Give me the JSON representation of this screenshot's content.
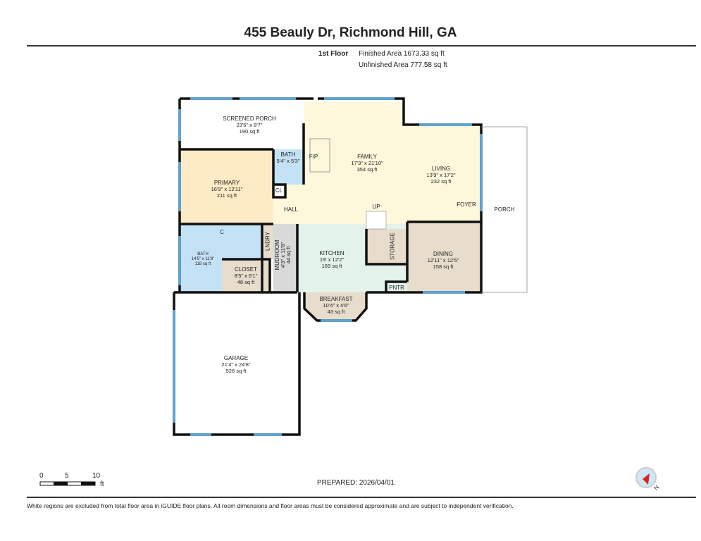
{
  "header": {
    "title": "455 Beauly Dr, Richmond Hill, GA",
    "floor": "1st Floor",
    "finished_area": "Finished Area 1673.33 sq ft",
    "unfinished_area": "Unfinished Area 777.58 sq ft"
  },
  "rooms": {
    "screened_porch": {
      "name": "SCREENED PORCH",
      "dims": "23'5\" x 8'7\"",
      "area": "190 sq ft"
    },
    "primary": {
      "name": "PRIMARY",
      "dims": "16'9\" x 12'11\"",
      "area": "211 sq ft"
    },
    "bath_small": {
      "name": "BATH",
      "dims": "5'4\" x 5'3\""
    },
    "fp": {
      "name": "F/P"
    },
    "cl": {
      "name": "CL"
    },
    "family": {
      "name": "FAMILY",
      "dims": "17'3\" x 21'10\"",
      "area": "354 sq ft"
    },
    "living": {
      "name": "LIVING",
      "dims": "13'9\" x 17'2\"",
      "area": "232 sq ft"
    },
    "hall": {
      "name": "HALL"
    },
    "up": {
      "name": "UP"
    },
    "foyer": {
      "name": "FOYER"
    },
    "porch": {
      "name": "PORCH"
    },
    "c": {
      "name": "C"
    },
    "bath": {
      "name": "BATH",
      "dims": "14'5\" x 11'8\"",
      "area": "118 sq ft"
    },
    "closet": {
      "name": "CLOSET",
      "dims": "8'5\" x 6'1\"",
      "area": "48 sq ft"
    },
    "lndry": {
      "name": "LNDRY"
    },
    "mudroom": {
      "name": "MUDROOM",
      "dims": "4'3\" x 11'8\"",
      "area": "44 sq ft"
    },
    "kitchen": {
      "name": "KITCHEN",
      "dims": "19' x 12'2\"",
      "area": "169 sq ft"
    },
    "storage": {
      "name": "STORAGE"
    },
    "dining": {
      "name": "DINING",
      "dims": "12'11\" x 12'5\"",
      "area": "158 sq ft"
    },
    "pntr": {
      "name": "PNTR"
    },
    "breakfast": {
      "name": "BREAKFAST",
      "dims": "10'4\" x 4'6\"",
      "area": "43 sq ft"
    },
    "garage": {
      "name": "GARAGE",
      "dims": "21'4\" x 24'8\"",
      "area": "526 sq ft"
    }
  },
  "scale": {
    "t0": "0",
    "t5": "5",
    "t10": "10",
    "unit": "ft"
  },
  "prepared": "PREPARED: 2026/04/01",
  "compass": {
    "label": "N"
  },
  "footer": "White regions are excluded from total floor area in iGUIDE floor plans. All room dimensions and floor areas must be considered approximate and are subject to independent verification."
}
